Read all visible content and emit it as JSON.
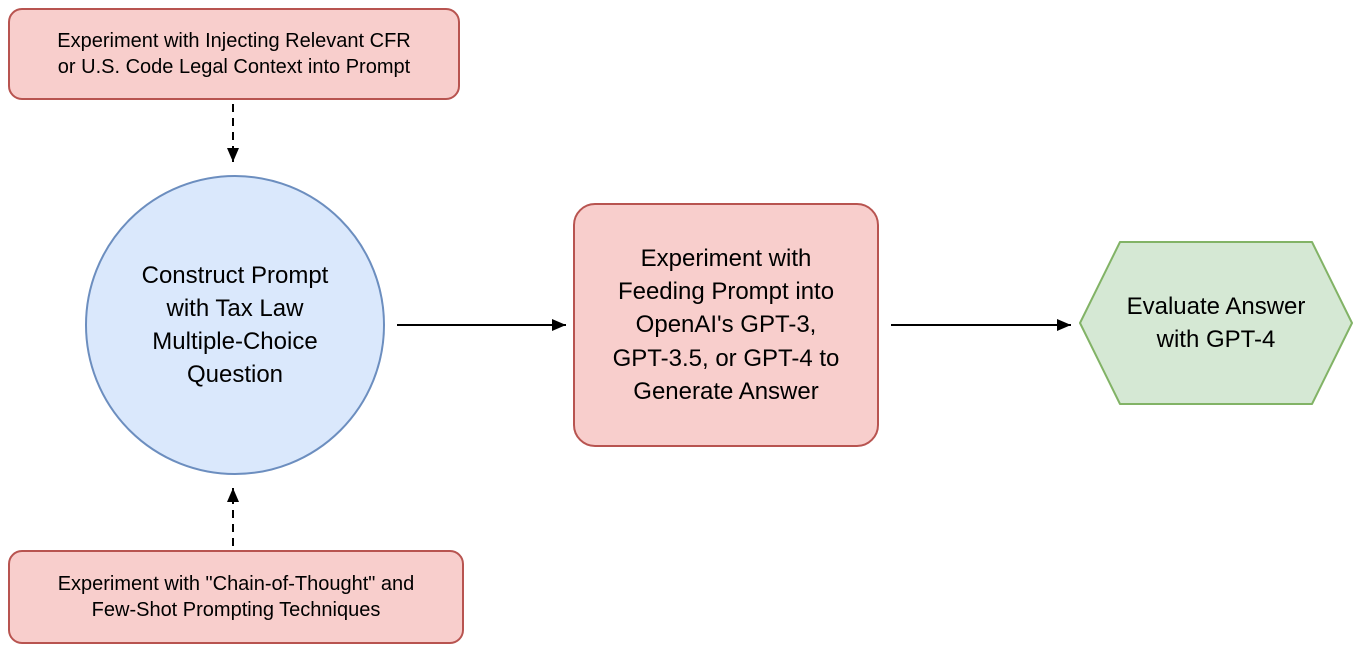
{
  "diagram": {
    "top_note": {
      "label": "Experiment with Injecting Relevant CFR\nor U.S. Code Legal Context into Prompt"
    },
    "construct_node": {
      "label": "Construct Prompt\nwith Tax Law\nMultiple-Choice\nQuestion"
    },
    "experiment_node": {
      "label": "Experiment with\nFeeding Prompt into\nOpenAI's GPT-3,\nGPT-3.5, or GPT-4 to\nGenerate Answer"
    },
    "evaluate_node": {
      "label": "Evaluate Answer\nwith GPT-4"
    },
    "bottom_note": {
      "label": "Experiment with \"Chain-of-Thought\" and\nFew-Shot Prompting Techniques"
    },
    "colors": {
      "note_fill": "#f8cecc",
      "note_border": "#b85450",
      "circle_fill": "#dae8fc",
      "circle_border": "#6c8ebf",
      "hexagon_fill": "#d5e8d4",
      "hexagon_border": "#82b366",
      "connector": "#000000"
    }
  }
}
